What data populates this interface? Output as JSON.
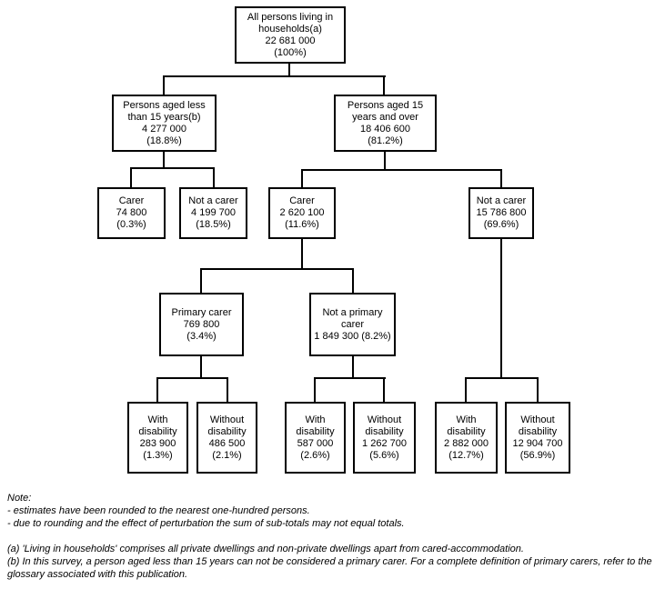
{
  "figure": {
    "background_color": "#ffffff",
    "line_color": "#000000",
    "text_color": "#000000"
  },
  "tree": {
    "nodes": [
      {
        "id": "all-persons",
        "lines": [
          "All persons living in",
          "households(a)",
          "22 681 000",
          "(100%)"
        ]
      },
      {
        "id": "aged-under-15",
        "lines": [
          "Persons aged less",
          "than 15 years(b)",
          "4 277 000",
          "(18.8%)"
        ]
      },
      {
        "id": "aged-15-over",
        "lines": [
          "Persons aged 15",
          "years and over",
          "18 406 600",
          "(81.2%)"
        ]
      },
      {
        "id": "carer-under-15",
        "lines": [
          "Carer",
          "74 800",
          "(0.3%)"
        ]
      },
      {
        "id": "not-carer-under-15",
        "lines": [
          "Not a carer",
          "4 199 700",
          "(18.5%)"
        ]
      },
      {
        "id": "carer-15-over",
        "lines": [
          "Carer",
          "2 620 100",
          "(11.6%)"
        ]
      },
      {
        "id": "not-carer-15-over",
        "lines": [
          "Not a carer",
          "15 786 800",
          "(69.6%)"
        ]
      },
      {
        "id": "primary-carer",
        "lines": [
          "Primary carer",
          "769 800",
          "(3.4%)"
        ]
      },
      {
        "id": "not-primary-carer",
        "lines": [
          "Not a primary",
          "carer",
          "1 849 300 (8.2%)"
        ]
      },
      {
        "id": "primary-with-disability",
        "lines": [
          "With",
          "disability",
          "283 900",
          "(1.3%)"
        ]
      },
      {
        "id": "primary-without-disability",
        "lines": [
          "Without",
          "disability",
          "486 500",
          "(2.1%)"
        ]
      },
      {
        "id": "not-primary-with-disability",
        "lines": [
          "With",
          "disability",
          "587 000",
          "(2.6%)"
        ]
      },
      {
        "id": "not-primary-without-disability",
        "lines": [
          "Without",
          "disability",
          "1 262 700",
          "(5.6%)"
        ]
      },
      {
        "id": "not-carer-with-disability",
        "lines": [
          "With",
          "disability",
          "2 882 000",
          "(12.7%)"
        ]
      },
      {
        "id": "not-carer-without-disability",
        "lines": [
          "Without",
          "disability",
          "12 904 700",
          "(56.9%)"
        ]
      }
    ]
  },
  "notes": {
    "title": "Note:",
    "items": [
      "- estimates have been rounded to the nearest one-hundred persons.",
      "- due to rounding and the effect of perturbation the sum of sub-totals may not equal totals."
    ],
    "footnotes": [
      "(a) 'Living in households' comprises all private dwellings and non-private dwellings apart from cared-accommodation.",
      "(b) In this survey, a person aged less than 15 years can not be considered a primary carer. For a complete definition of primary carers, refer to the glossary associated with this publication."
    ]
  }
}
